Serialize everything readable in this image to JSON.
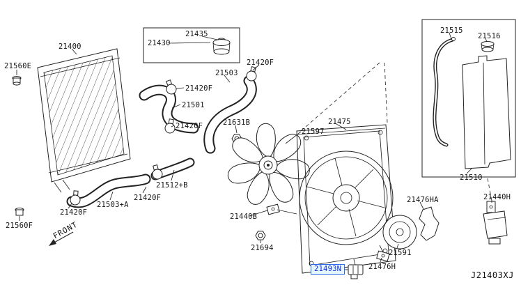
{
  "diagram_code": "J21403XJ",
  "front_indicator": "FRONT",
  "selected_part": "21493N",
  "colors": {
    "line": "#222222",
    "highlight_text": "#0a2ae0",
    "highlight_border": "#2a6bf2",
    "highlight_bg": "#e6f6ff"
  },
  "labels": [
    {
      "text": "21400"
    },
    {
      "text": "21560E"
    },
    {
      "text": "21430"
    },
    {
      "text": "21435"
    },
    {
      "text": "21503"
    },
    {
      "text": "21420F"
    },
    {
      "text": "21420F"
    },
    {
      "text": "21501"
    },
    {
      "text": "21420F"
    },
    {
      "text": "21631B"
    },
    {
      "text": "21597"
    },
    {
      "text": "21475"
    },
    {
      "text": "21515"
    },
    {
      "text": "21516"
    },
    {
      "text": "21510"
    },
    {
      "text": "21512+B"
    },
    {
      "text": "21420F"
    },
    {
      "text": "21503+A"
    },
    {
      "text": "21420F"
    },
    {
      "text": "21560F"
    },
    {
      "text": "21440B"
    },
    {
      "text": "21694"
    },
    {
      "text": "21591"
    },
    {
      "text": "21476HA"
    },
    {
      "text": "21476H"
    },
    {
      "text": "21493N"
    },
    {
      "text": "21440H"
    }
  ]
}
